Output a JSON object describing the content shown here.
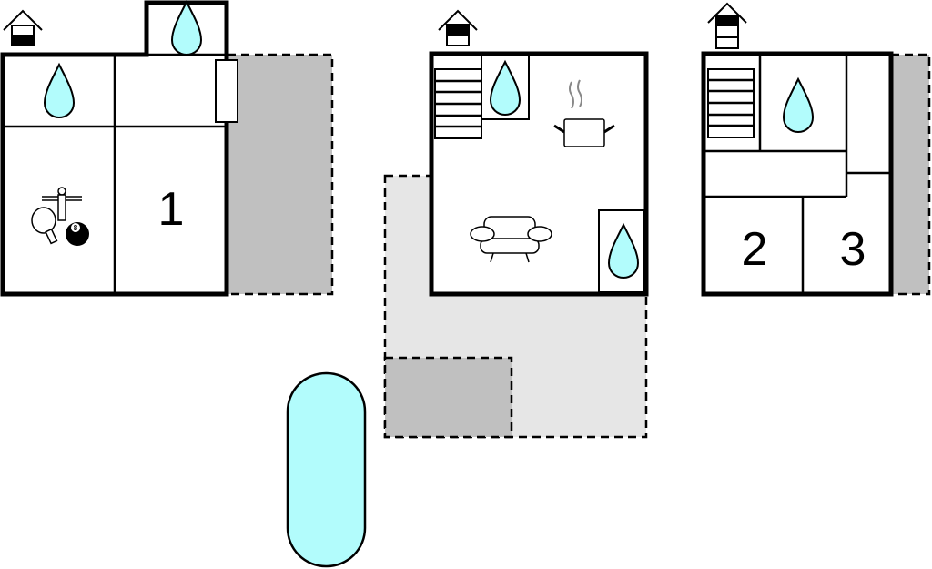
{
  "colors": {
    "water": "#b2fcfc",
    "terrace_dark": "#c0c0c0",
    "terrace_light": "#e6e6e6",
    "pool": "#b2fcfc"
  },
  "rooms": {
    "room1": "1",
    "room2": "2",
    "room3": "3"
  },
  "billiard_ball": "8",
  "floors": [
    {
      "name": "ground-floor-building-a",
      "floor_indicator": "ground"
    },
    {
      "name": "ground-floor-building-b",
      "floor_indicator": "first"
    },
    {
      "name": "upper-floor-building-b",
      "floor_indicator": "top"
    }
  ]
}
